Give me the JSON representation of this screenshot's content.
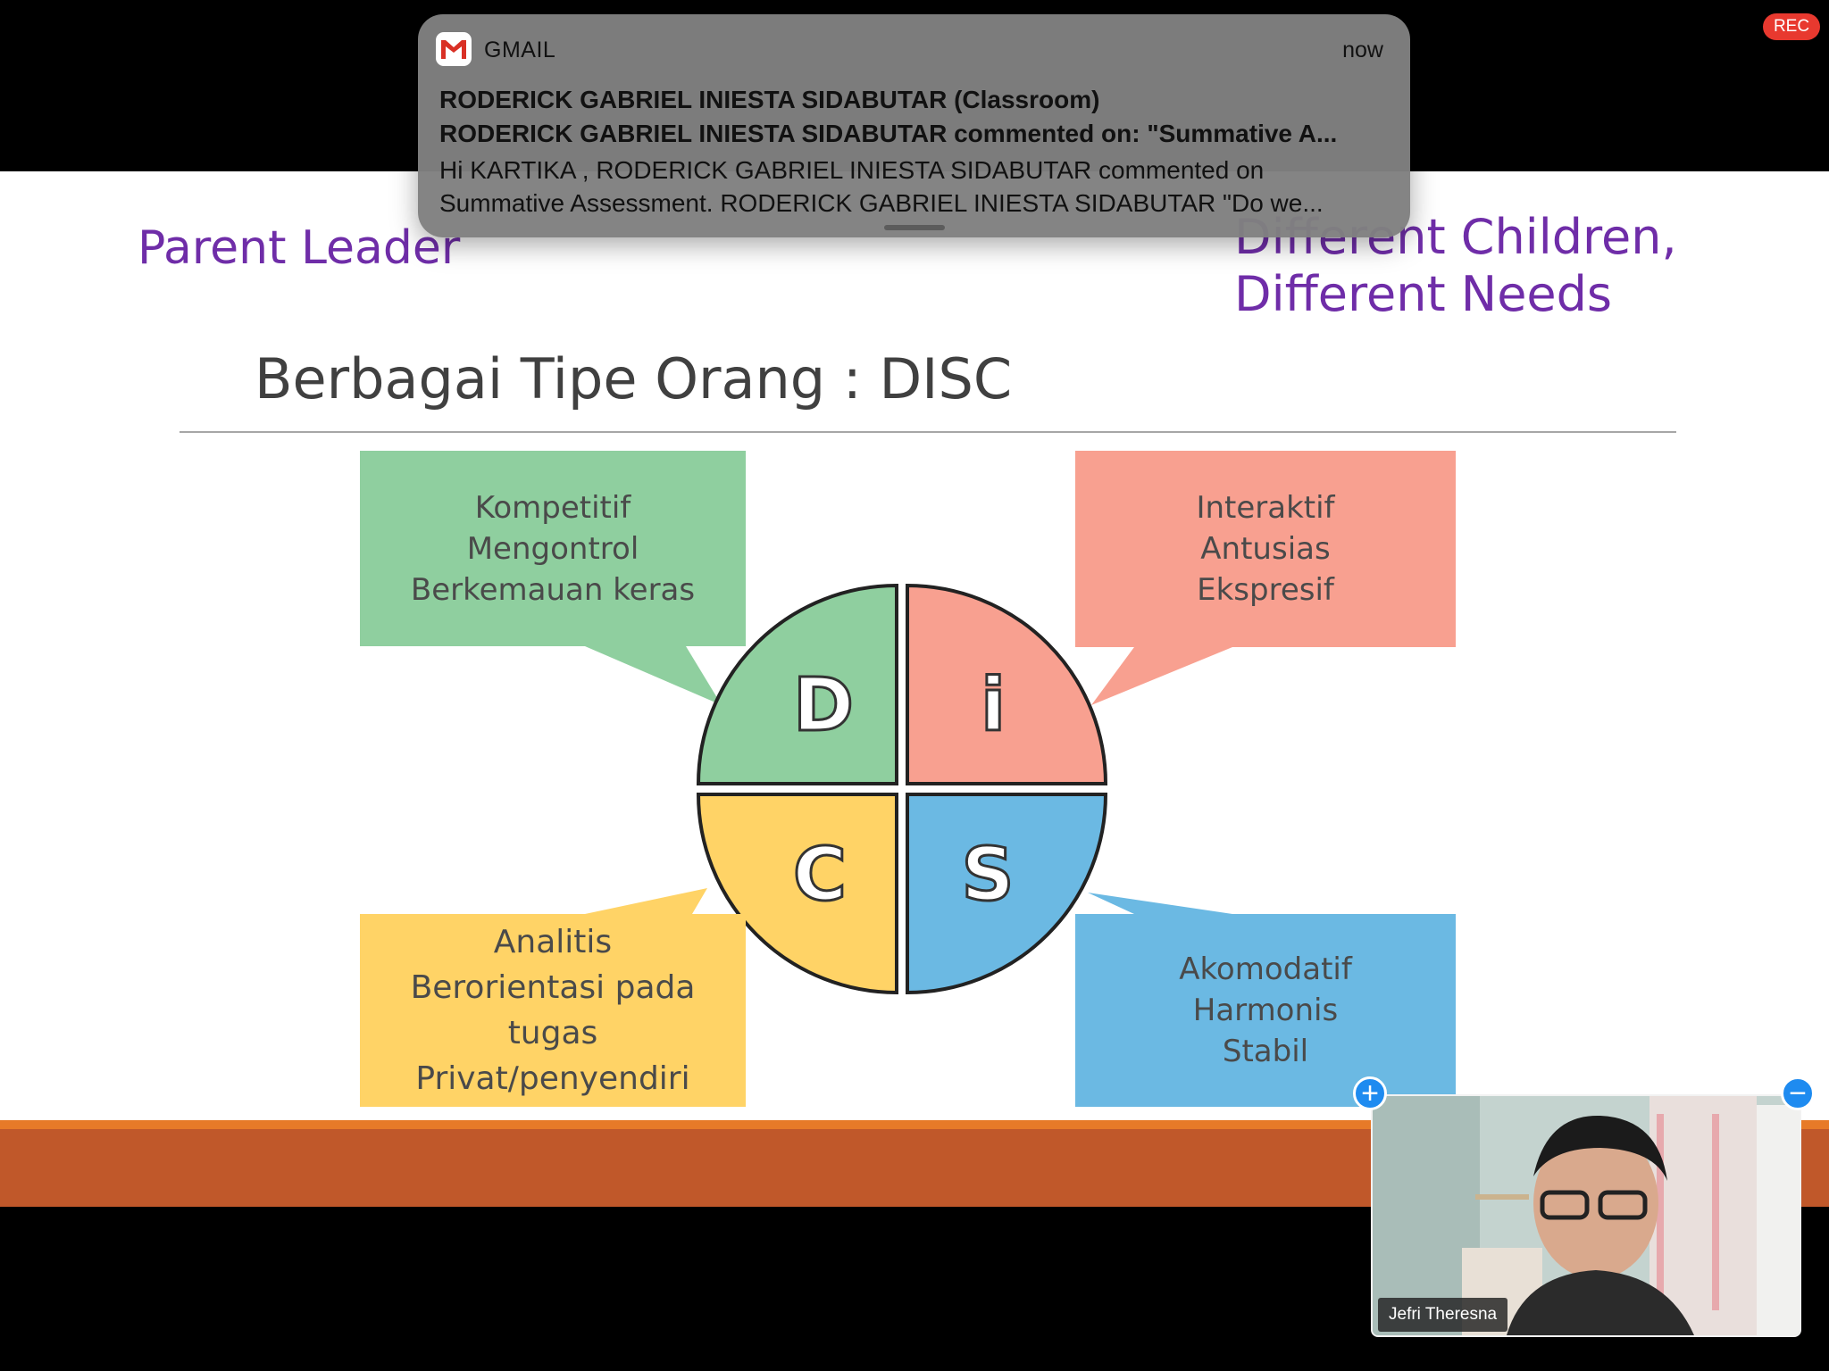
{
  "slide": {
    "header_left": "Parent Leader",
    "header_right_line1": "Different Children,",
    "header_right_line2": "Different Needs",
    "title": "Berbagai Tipe Orang : DISC",
    "quadrants": {
      "d": {
        "letter": "D",
        "lines": [
          "Kompetitif",
          "Mengontrol",
          "Berkemauan keras"
        ],
        "color": "#8fcf9f"
      },
      "i": {
        "letter": "i",
        "lines": [
          "Interaktif",
          "Antusias",
          "Ekspresif"
        ],
        "color": "#f8a090"
      },
      "c": {
        "letter": "C",
        "lines": [
          "Analitis",
          "Berorientasi pada",
          "tugas",
          "Privat/penyendiri"
        ],
        "color": "#ffd366"
      },
      "s": {
        "letter": "S",
        "lines": [
          "Akomodatif",
          "Harmonis",
          "Stabil"
        ],
        "color": "#6bb9e3"
      }
    },
    "accent_color": "#6f2da8",
    "band_color": "#c0582a"
  },
  "notification": {
    "app": "GMAIL",
    "time": "now",
    "title": "RODERICK GABRIEL INIESTA SIDABUTAR (Classroom)",
    "subtitle": "RODERICK GABRIEL INIESTA SIDABUTAR commented on: \"Summative A...",
    "body": "Hi KARTIKA , RODERICK GABRIEL INIESTA SIDABUTAR commented on Summative Assessment. RODERICK GABRIEL INIESTA SIDABUTAR \"Do we...",
    "icon": "gmail-icon"
  },
  "recording": {
    "label": "REC",
    "color": "#e8392f"
  },
  "video": {
    "participant_name": "Jefri Theresna",
    "plus_label": "+",
    "minus_label": "−",
    "button_color": "#1e8bf0"
  }
}
